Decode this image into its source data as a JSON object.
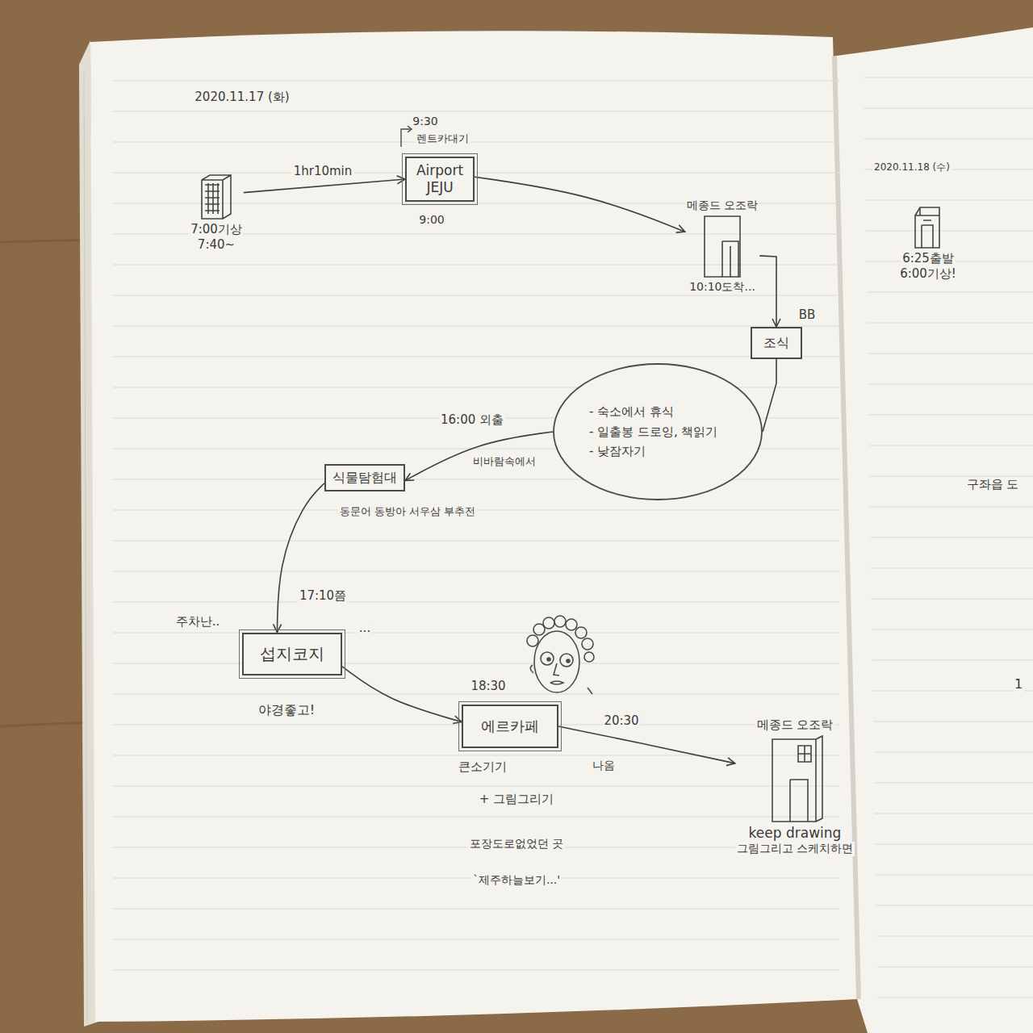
{
  "diagram": {
    "nodes": [
      {
        "text": [
          "7:00기상",
          "7:40~"
        ]
      },
      {
        "text": [
          "Airport JEJU"
        ]
      },
      {
        "text": [
          "메종드 오조락",
          "10:10도착..."
        ]
      },
      {
        "text": [
          "조식"
        ]
      },
      {
        "text": [
          "- 숙소에서 휴식",
          "- 일출봉 드로잉, 책읽기",
          "- 낮잠자기"
        ]
      },
      {
        "text": [
          "식물탐험대"
        ]
      },
      {
        "text": [
          "섭지코지"
        ]
      },
      {
        "text": [
          "에르카페"
        ]
      },
      {
        "text": [
          "메종드 오조락",
          "keep drawing",
          "그림그리고 스케치하면"
        ]
      },
      {
        "text": [
          "6:25출발",
          "6:00기상!"
        ]
      }
    ],
    "edges": [
      {
        "from": 0,
        "to": 1,
        "arrow": "to",
        "label": "1hr10min"
      },
      {
        "from": 1,
        "to": 2,
        "arrow": "to"
      },
      {
        "from": 2,
        "to": 3,
        "arrow": "to"
      },
      {
        "from": 3,
        "to": 4,
        "arrow": "none"
      },
      {
        "from": 4,
        "to": 5,
        "arrow": "to",
        "label": "16:00 외출"
      },
      {
        "from": 5,
        "to": 6,
        "arrow": "to"
      },
      {
        "from": 6,
        "to": 7,
        "arrow": "to"
      },
      {
        "from": 7,
        "to": 8,
        "arrow": "to",
        "label": "20:30"
      }
    ],
    "labels": [
      "2020.11.17 (화)",
      "9:30",
      "렌트카대기",
      "9:00",
      "BB",
      "비바람속에서",
      "동문어 동방아 서우삼 부추전",
      "17:10쯤",
      "주차난..",
      "...",
      "야경좋고!",
      "18:30",
      "큰소기기",
      "+ 그림그리기",
      "포장도로없었던 곳",
      "`제주하늘보기...'",
      "나옴",
      "2020.11.18 (수)",
      "구좌읍 도",
      "1"
    ]
  }
}
